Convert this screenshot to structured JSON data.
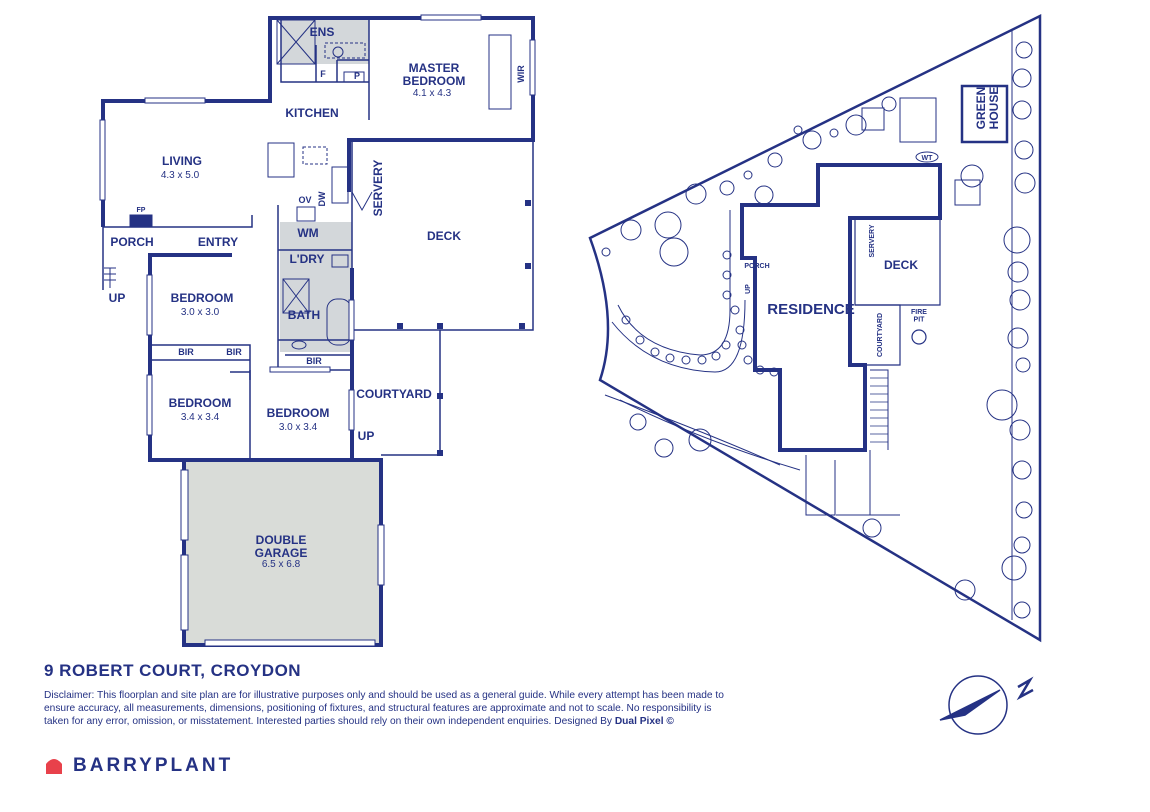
{
  "floorplan": {
    "rooms": {
      "ens": "ENS",
      "master_bedroom": "MASTER\nBEDROOM",
      "master_bedroom_dims": "4.1 x 4.3",
      "wir": "WIR",
      "f": "F",
      "p": "P",
      "kitchen": "KITCHEN",
      "living": "LIVING",
      "living_dims": "4.3 x 5.0",
      "fp": "FP",
      "ov": "OV",
      "dw": "DW",
      "servery": "SERVERY",
      "deck": "DECK",
      "porch": "PORCH",
      "entry": "ENTRY",
      "up_porch": "UP",
      "wm": "WM",
      "laundry": "L'DRY",
      "bedroom_1": "BEDROOM",
      "bedroom_1_dims": "3.0 x 3.0",
      "bath": "BATH",
      "bir_a": "BIR",
      "bir_b": "BIR",
      "bir_c": "BIR",
      "bedroom_2": "BEDROOM",
      "bedroom_2_dims": "3.4 x 3.4",
      "bedroom_3": "BEDROOM",
      "bedroom_3_dims": "3.0 x 3.4",
      "courtyard": "COURTYARD",
      "up_courtyard": "UP",
      "garage": "DOUBLE\nGARAGE",
      "garage_dims": "6.5 x 6.8"
    }
  },
  "siteplan": {
    "residence": "RESIDENCE",
    "deck": "DECK",
    "servery": "SERVERY",
    "courtyard": "COURTYARD",
    "fire_pit": "FIRE\nPIT",
    "porch": "PORCH",
    "up": "UP",
    "wt": "WT",
    "greenhouse": "GREEN\nHOUSE"
  },
  "footer": {
    "address": "9 ROBERT COURT, CROYDON",
    "disclaimer": "Disclaimer: This floorplan and site plan are for illustrative purposes only and should be used as a general guide. While every attempt has been made to ensure accuracy, all measurements, dimensions, positioning of fixtures, and structural features are approximate and not to scale. No responsibility is taken for any error, omission, or misstatement. Interested parties should rely on their own independent enquiries. Designed By",
    "designer": "Dual Pixel ©",
    "brand": "BARRYPLANT"
  },
  "compass": {
    "north_label": "N"
  },
  "colors": {
    "ink": "#253284",
    "garage_fill": "#d9dcd8",
    "wet_area_fill": "#d3d7da",
    "brand_red": "#e8414b"
  }
}
